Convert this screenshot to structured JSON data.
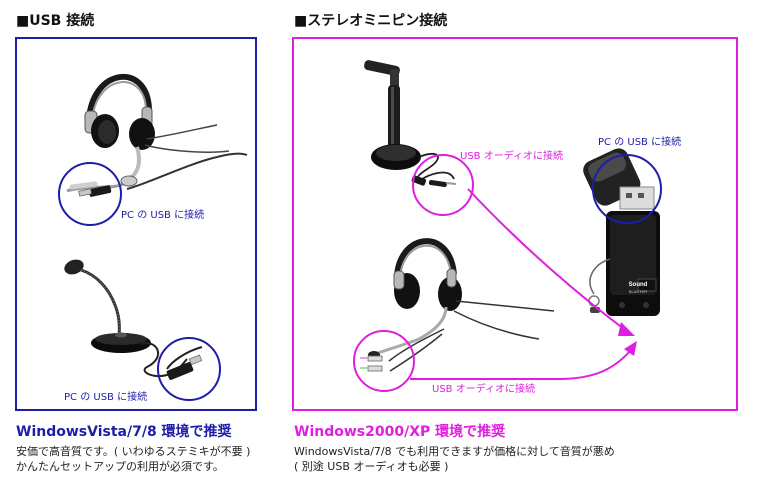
{
  "colors": {
    "usb": "#1d1da8",
    "stereo": "#e01ee0"
  },
  "usb_section": {
    "heading": "■USB 接続",
    "label_headset": "PC の USB に接続",
    "label_mic": "PC の USB に接続",
    "title": "WindowsVista/7/8 環境で推奨",
    "desc_line1": "安価で高音質です。( いわゆるステミキが不要 )",
    "desc_line2": "かんたんセットアップの利用が必須です。"
  },
  "stereo_section": {
    "heading": "■ステレオミニピン接続",
    "label_adapter": "PC の USB に接続",
    "label_mic_path": "USB オーディオに接続",
    "label_headset_path": "USB オーディオに接続",
    "adapter_brand_1": "Sound",
    "adapter_brand_2": "BLASTER",
    "title": "Windows2000/XP 環境で推奨",
    "desc_line1": "WindowsVista/7/8 でも利用できますが価格に対して音質が悪め",
    "desc_line2": "( 別途 USB オーディオも必要 )"
  }
}
